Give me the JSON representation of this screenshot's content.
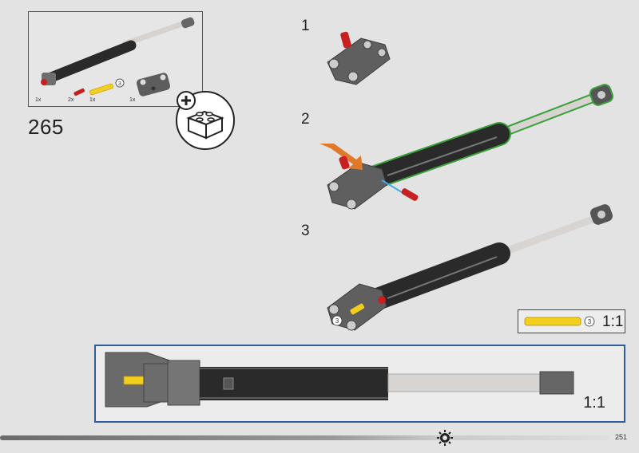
{
  "parts_list": {
    "items": [
      {
        "qty": "1x",
        "name": "shock-absorber"
      },
      {
        "qty": "2x",
        "name": "red-axle-pin"
      },
      {
        "qty": "1x",
        "name": "yellow-axle",
        "length_callout": "3"
      },
      {
        "qty": "1x",
        "name": "pin-connector-block"
      }
    ]
  },
  "step_number": "265",
  "substeps": [
    "1",
    "2",
    "3"
  ],
  "substep3_callout": "3",
  "scale_box": {
    "callout": "3",
    "label": "1:1"
  },
  "detail_panel": {
    "label": "1:1"
  },
  "page_number": "251",
  "colors": {
    "detail_border": "#2e5f9a",
    "highlight_outline": "#3aa03a",
    "arrow": "#e07a2a",
    "pin_red": "#c82020",
    "axle_yellow": "#f2cf1f"
  },
  "icons": [
    "add-brick-icon",
    "gear-sun-icon"
  ]
}
